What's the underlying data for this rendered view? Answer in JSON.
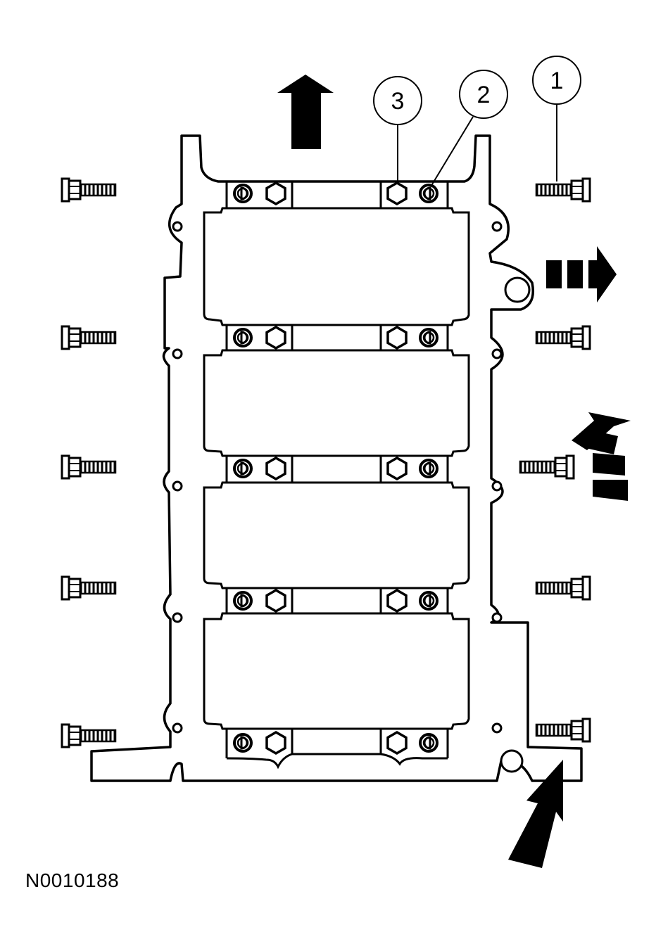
{
  "callouts": [
    {
      "label": "1",
      "ref": "flange-bolt"
    },
    {
      "label": "2",
      "ref": "main-bearing-cap-stud"
    },
    {
      "label": "3",
      "ref": "main-bearing-cap-nut"
    }
  ],
  "figure_id": "N0010188"
}
